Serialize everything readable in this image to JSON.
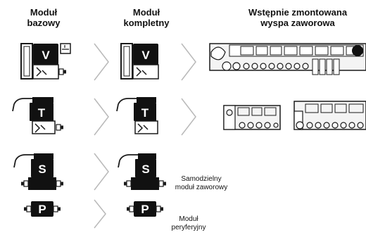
{
  "headers": {
    "base_module_line1": "Moduł",
    "base_module_line2": "bazowy",
    "complete_module_line1": "Moduł",
    "complete_module_line2": "kompletny",
    "valve_island_line1": "Wstępnie zmontowana",
    "valve_island_line2": "wyspa zaworowa"
  },
  "rows": [
    {
      "letter": "V"
    },
    {
      "letter": "T"
    },
    {
      "letter": "S",
      "note_line1": "Samodzielny",
      "note_line2": "moduł zaworowy"
    },
    {
      "letter": "P",
      "note_line1": "Moduł",
      "note_line2": "peryferyjny"
    }
  ],
  "colors": {
    "module_dark": "#111111",
    "outline": "#1a1a1a",
    "arrow": "#b9b9b9",
    "badge_text": "#ffffff",
    "island_fill": "#f4f4f4"
  }
}
